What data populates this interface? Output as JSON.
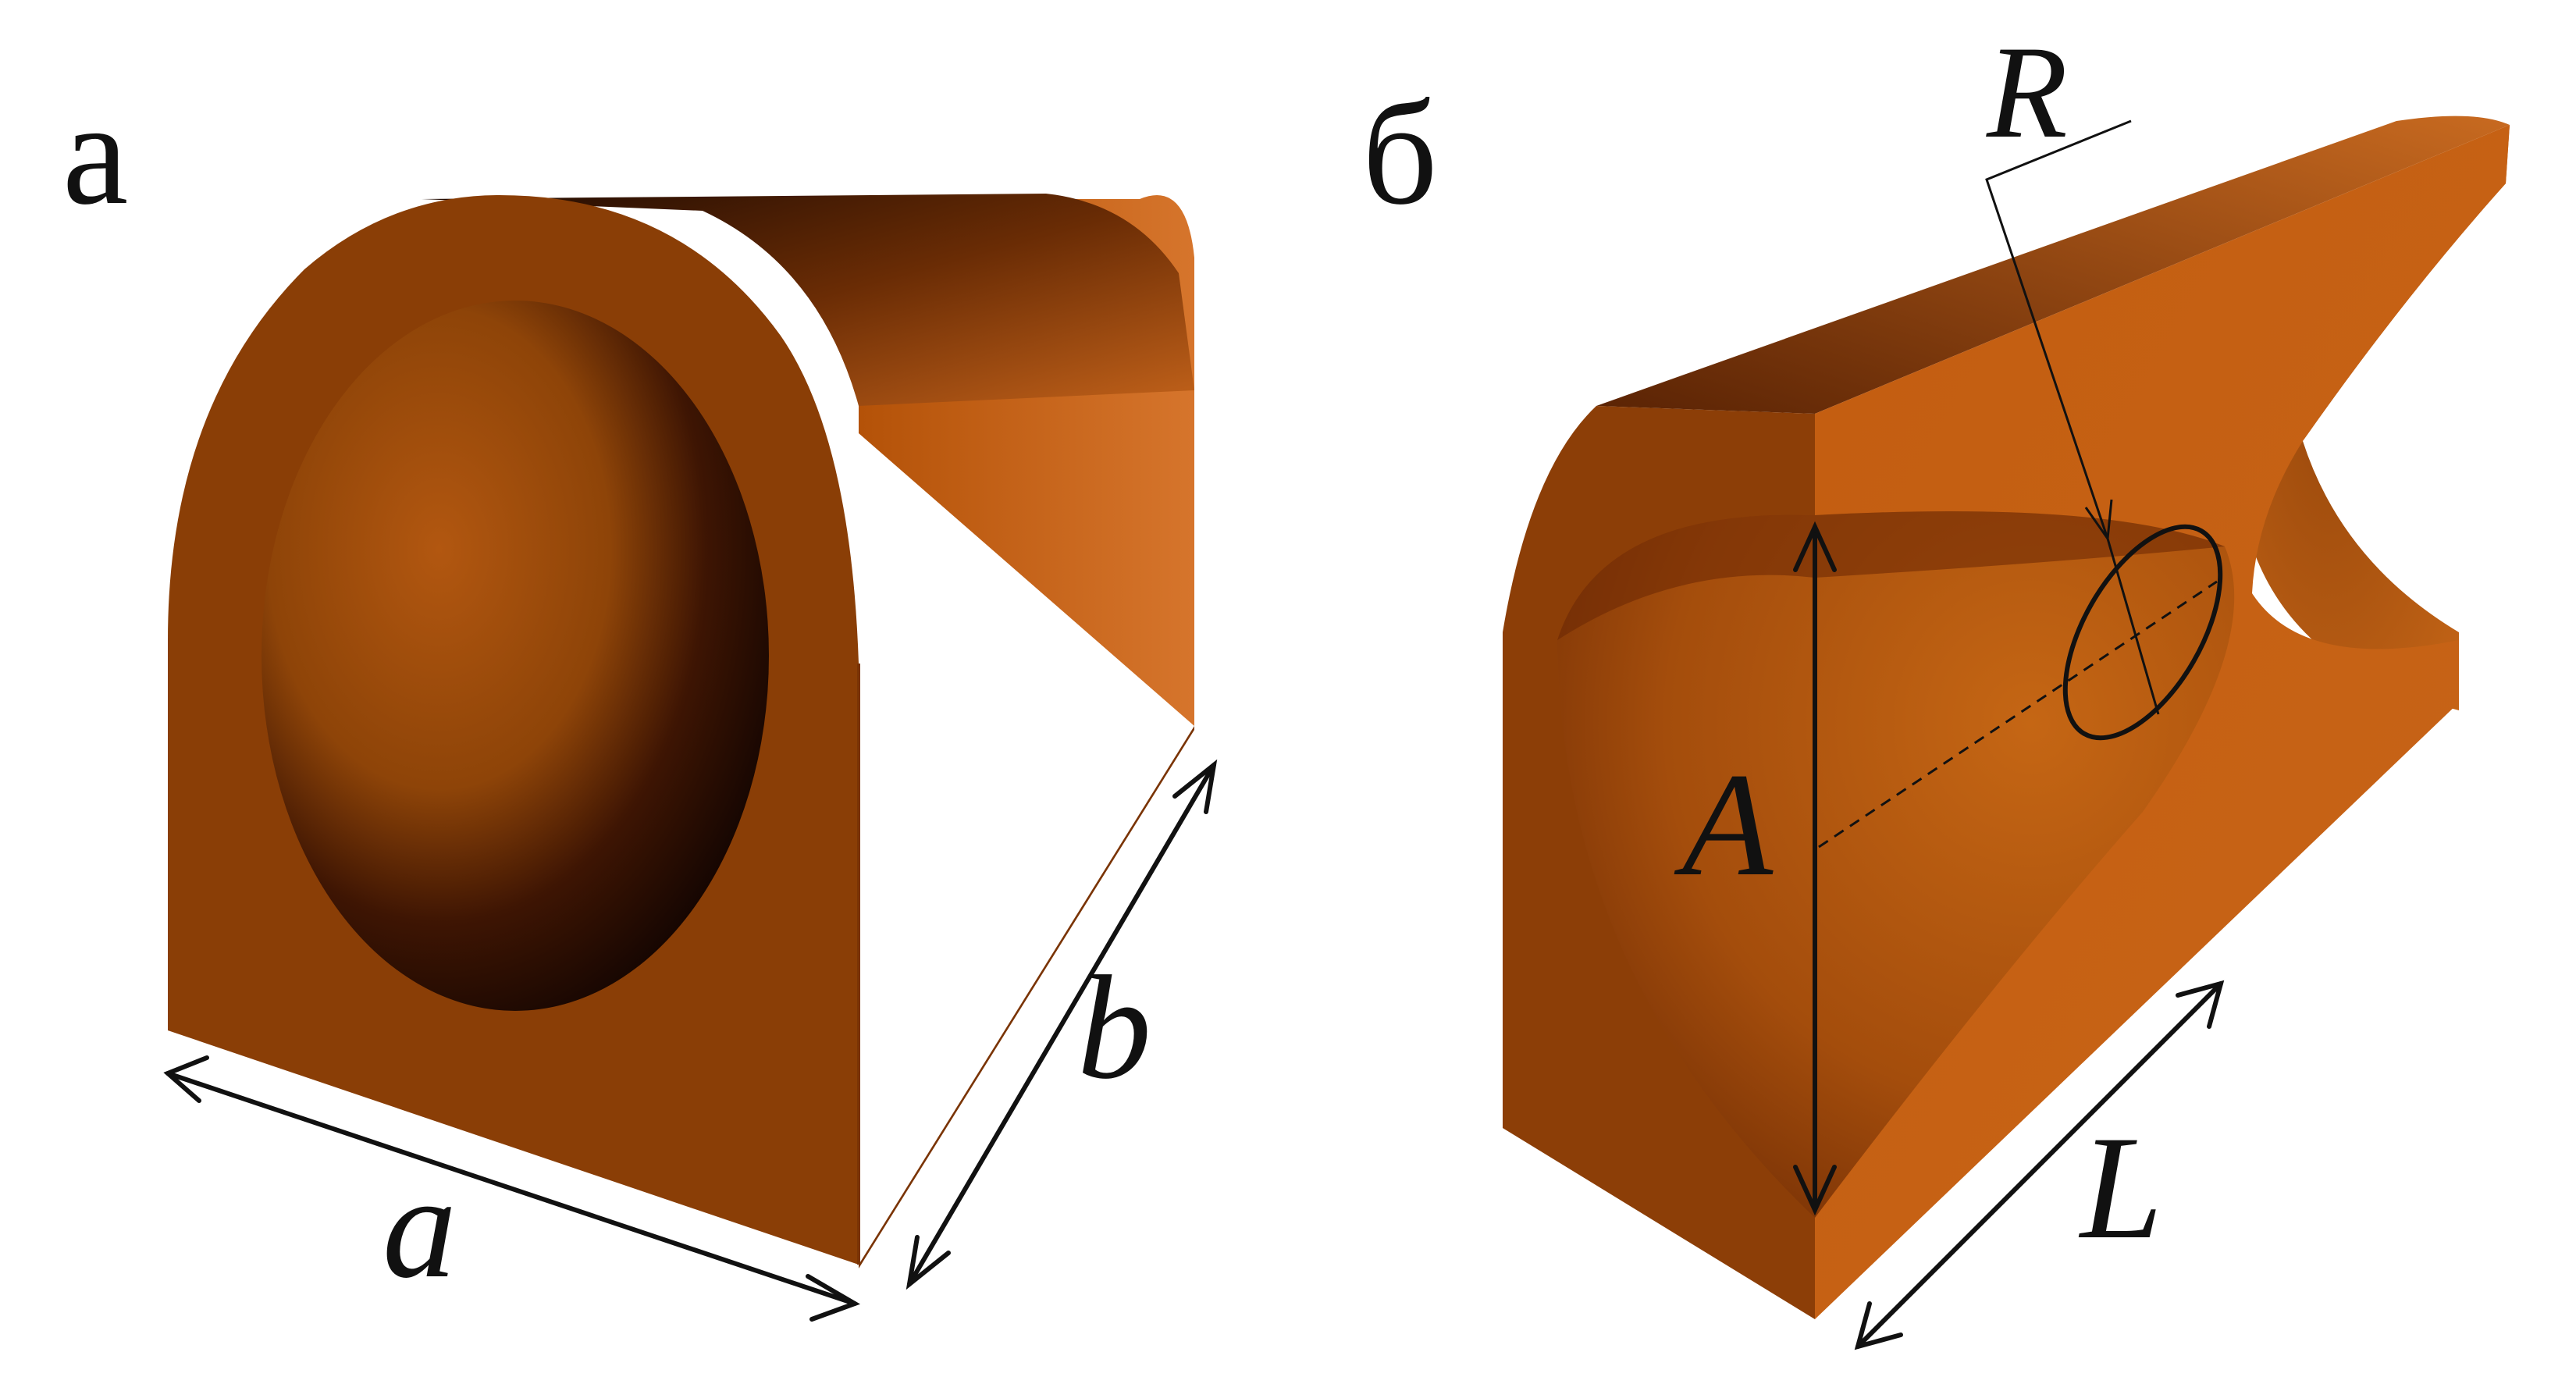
{
  "panels": [
    {
      "id": "a",
      "label": "а",
      "dimension_labels": {
        "width": "a",
        "depth": "b"
      }
    },
    {
      "id": "b",
      "label": "б",
      "dimension_labels": {
        "radius": "R",
        "aperture": "A",
        "length": "L"
      }
    }
  ],
  "colors": {
    "front_face": "#8B3F06",
    "side_face_light": "#D06F28",
    "side_face_mid": "#B85A10",
    "top_dark": "#3A1505",
    "cavity_dark": "#120502",
    "outline": "#111111"
  }
}
